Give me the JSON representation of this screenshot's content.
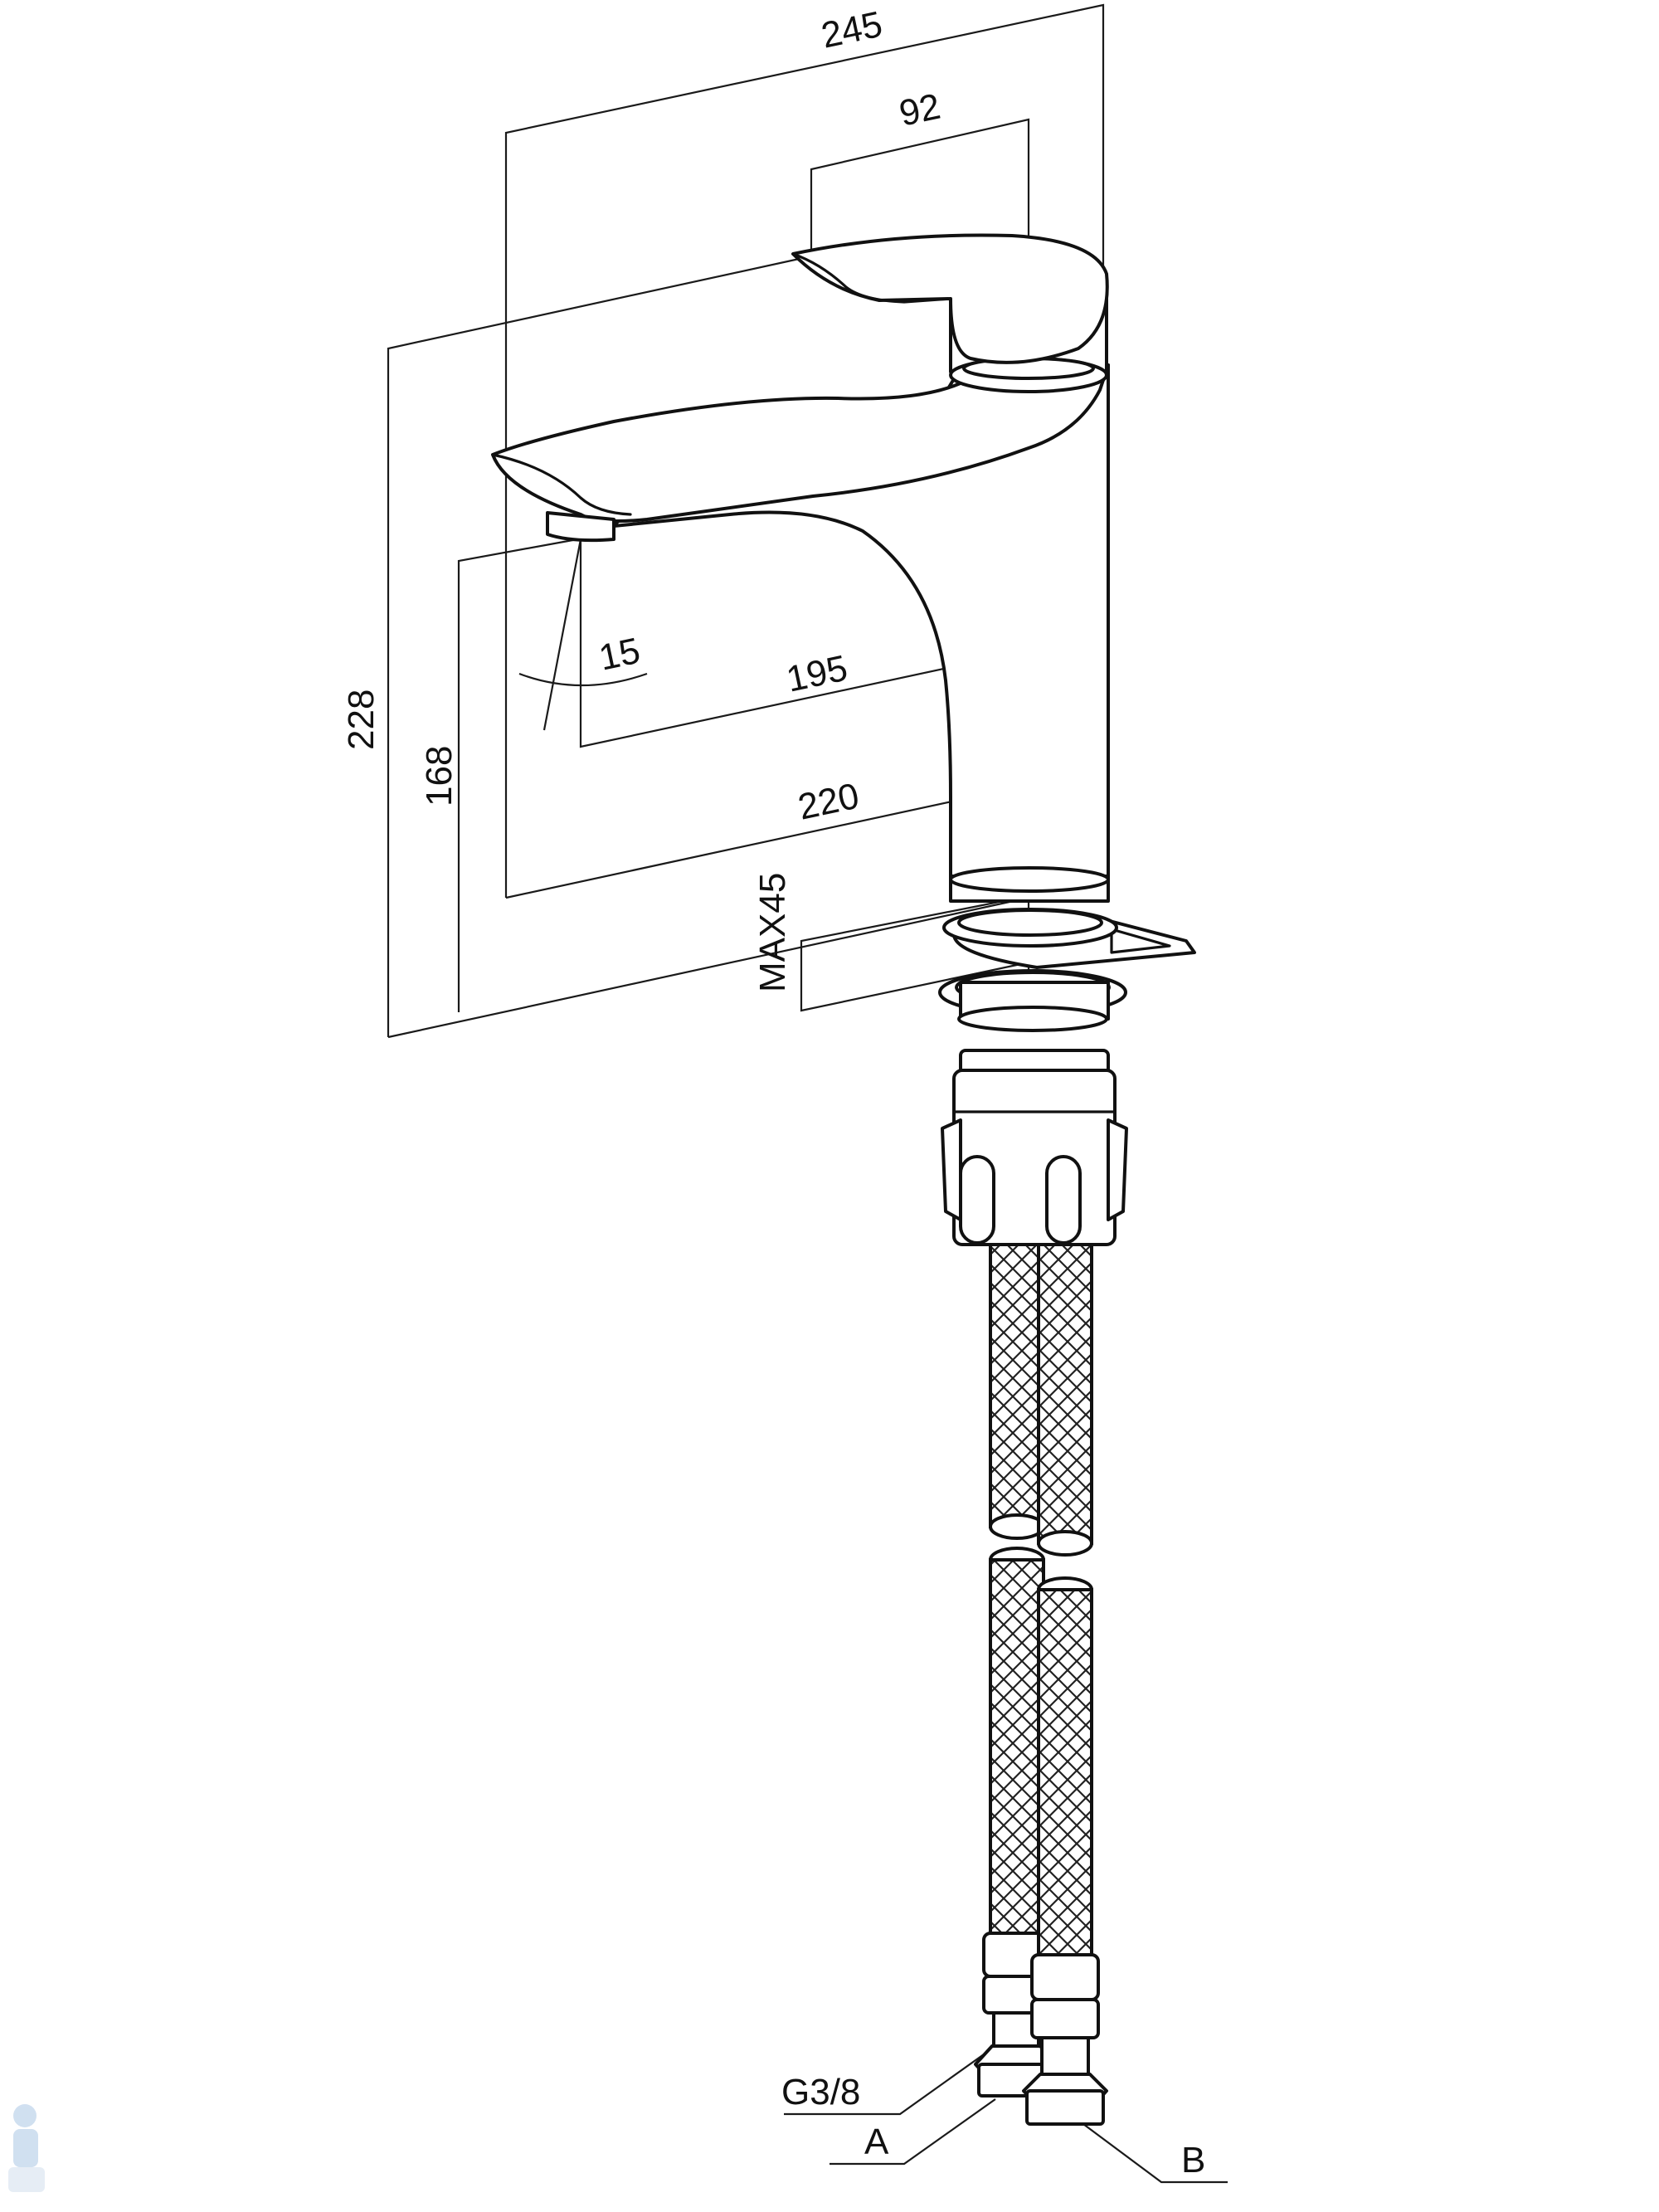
{
  "drawing": {
    "dimensions": {
      "overall_length": "245",
      "handle_length": "92",
      "overall_height": "228",
      "spout_height": "168",
      "spout_angle": "15",
      "spout_reach": "195",
      "base_reach": "220",
      "max_counter_thickness": "MAX45"
    },
    "connections": {
      "thread": "G3/8",
      "inlet_a": "A",
      "inlet_b": "B"
    },
    "colors": {
      "line": "#111111",
      "background": "#ffffff"
    }
  }
}
